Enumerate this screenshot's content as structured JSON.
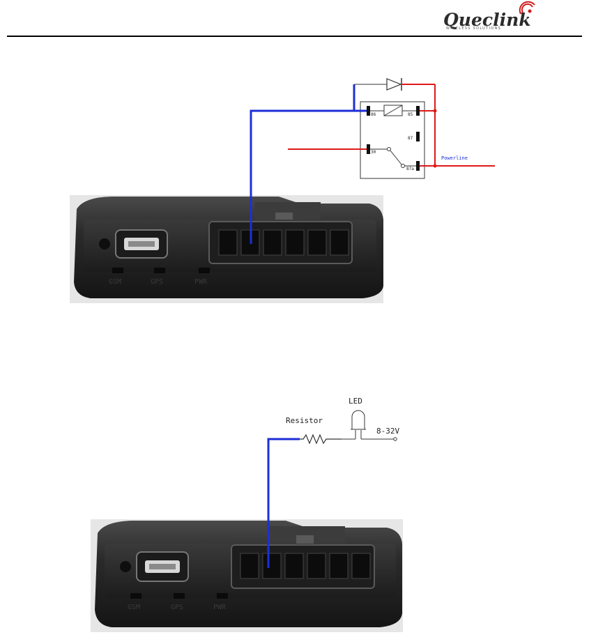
{
  "header": {
    "logo_text": "Queclink",
    "logo_tagline": "WIRELESS SOLUTIONS"
  },
  "figure1": {
    "device_leds": [
      "GSM",
      "GPS",
      "PWR"
    ],
    "relay_pins": [
      "86",
      "85",
      "87",
      "30",
      "87a"
    ],
    "powerline_label": "Powerline"
  },
  "figure2": {
    "device_leds": [
      "GSM",
      "GPS",
      "PWR"
    ],
    "resistor_label": "Resistor",
    "led_label": "LED",
    "voltage_label": "8-32V"
  },
  "colors": {
    "signal_wire": "#1c2fd6",
    "power_wire": "#e01818",
    "device_body": "#2a2a2a"
  }
}
